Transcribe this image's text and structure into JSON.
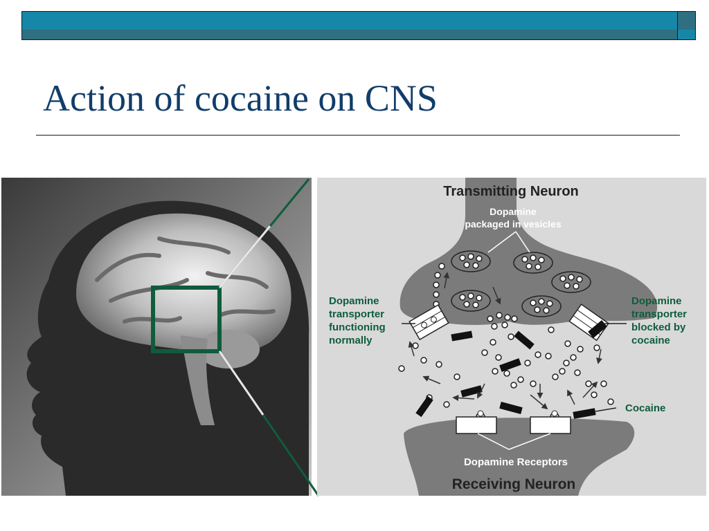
{
  "slide": {
    "title": "Action of cocaine on CNS"
  },
  "diagram": {
    "top_label": "Transmitting Neuron",
    "vesicles_label": [
      "Dopamine",
      "packaged in vesicles"
    ],
    "left_label": [
      "Dopamine",
      "transporter",
      "functioning",
      "normally"
    ],
    "right_label": [
      "Dopamine",
      "transporter",
      "blocked by",
      "cocaine"
    ],
    "cocaine_label": "Cocaine",
    "receptors_label": "Dopamine Receptors",
    "bottom_label": "Receiving Neuron"
  },
  "colors": {
    "title": "#123d6a",
    "bar_upper": "#1787a7",
    "bar_lower": "#2f6f82",
    "accent_green": "#0f5c3c",
    "neuron_gray": "#7b7b7b",
    "panel_gray": "#d9d9d9"
  }
}
